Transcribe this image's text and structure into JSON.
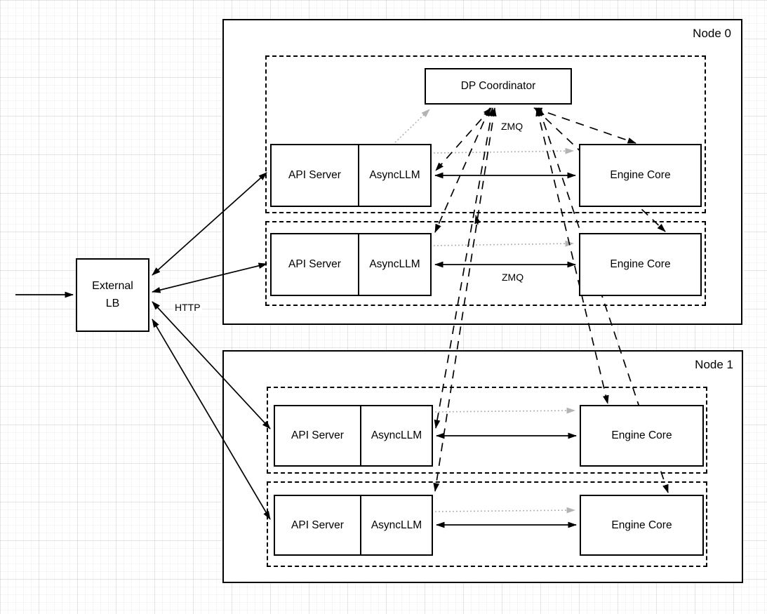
{
  "external_lb": {
    "line1": "External",
    "line2": "LB"
  },
  "edge_labels": {
    "http": "HTTP",
    "zmq_coordinator": "ZMQ",
    "zmq_engine": "ZMQ"
  },
  "node0": {
    "label": "Node 0",
    "coordinator": "DP Coordinator",
    "rows": [
      {
        "api": "API Server",
        "async": "AsyncLLM",
        "engine": "Engine Core"
      },
      {
        "api": "API Server",
        "async": "AsyncLLM",
        "engine": "Engine Core"
      }
    ]
  },
  "node1": {
    "label": "Node 1",
    "rows": [
      {
        "api": "API Server",
        "async": "AsyncLLM",
        "engine": "Engine Core"
      },
      {
        "api": "API Server",
        "async": "AsyncLLM",
        "engine": "Engine Core"
      }
    ]
  },
  "colors": {
    "stroke": "#000000",
    "dotted_arrow": "#b3b3b3",
    "canvas_bg": "#ffffff"
  }
}
